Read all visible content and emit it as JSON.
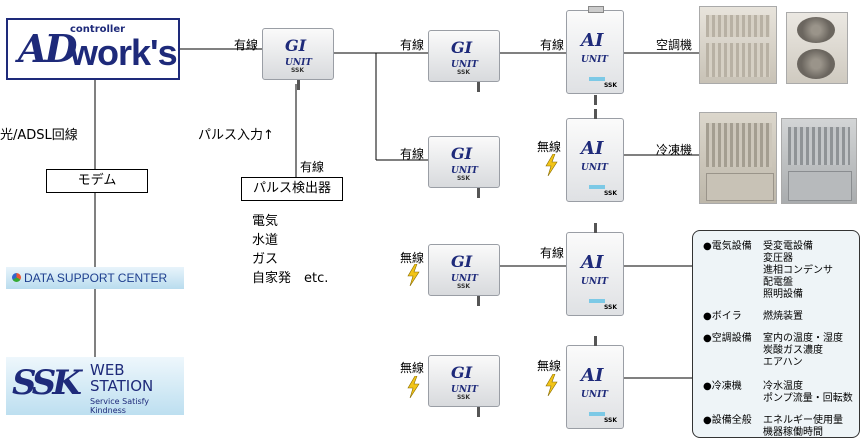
{
  "logo": {
    "main": "AD",
    "controller": "controller",
    "works": "work's"
  },
  "left": {
    "line_label": "光/ADSL回線",
    "modem": "モデム",
    "data_support_center": "DATA SUPPORT CENTER",
    "web_station": {
      "ssk": "SSK",
      "line1": "WEB",
      "line2": "STATION",
      "tagline": "Service Satisfy Kindness"
    }
  },
  "center": {
    "pulse_input": "パルス入力↑",
    "wired": "有線",
    "pulse_detector": "パルス検出器",
    "sources": [
      "電気",
      "水道",
      "ガス",
      "自家発　etc."
    ]
  },
  "devices": {
    "gi_label_1": "GI",
    "gi_label_2": "UNIT",
    "ai_label_1": "AI",
    "ai_label_2": "UNIT",
    "brand": "SSK"
  },
  "links": {
    "wired": "有線",
    "wireless": "無線"
  },
  "equipment": {
    "aircon": "空調機",
    "freezer": "冷凍機"
  },
  "panel": {
    "categories": [
      {
        "name": "●電気設備",
        "items": [
          "受変電設備",
          "変圧器",
          "進相コンデンサ",
          "配電盤",
          "照明設備"
        ]
      },
      {
        "name": "●ボイラ",
        "items": [
          "燃焼装置"
        ]
      },
      {
        "name": "●空調設備",
        "items": [
          "室内の温度・湿度",
          "炭酸ガス濃度",
          "エアハン"
        ]
      },
      {
        "name": "●冷凍機",
        "items": [
          "冷水温度",
          "ポンプ流量・回転数"
        ]
      },
      {
        "name": "●設備全般",
        "items": [
          "エネルギー使用量",
          "機器稼働時間"
        ]
      }
    ]
  },
  "colors": {
    "brand_navy": "#1e2a7a",
    "bolt": "#f2c418",
    "panel_bg": "#eef4f7"
  },
  "icons": [
    "lightning-bolt-icon"
  ]
}
